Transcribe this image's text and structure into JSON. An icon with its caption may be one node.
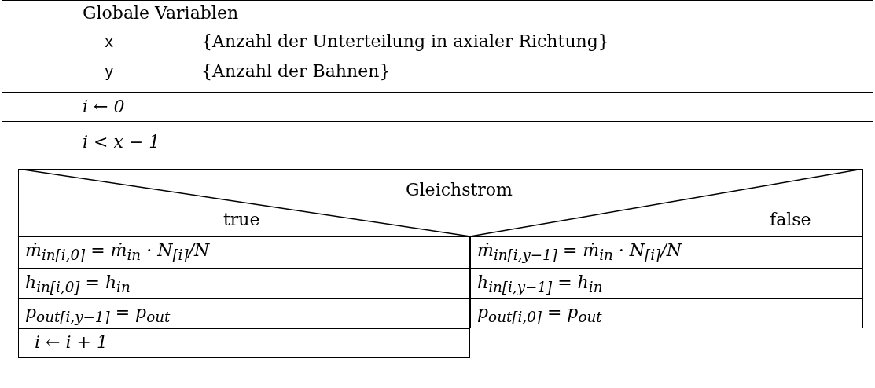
{
  "diagram": {
    "nodes": [
      {
        "text": [
          "Globale Variablen",
          "x",
          "{Anzahl der Unterteilung in axialer Richtung}",
          "y",
          "{Anzahl der Bahnen}"
        ]
      },
      {
        "text": [
          "i ← 0"
        ]
      },
      {
        "text": [
          "i < x − 1"
        ]
      },
      {
        "text": [
          "Gleichstrom",
          "true",
          "false"
        ],
        "in": 2
      },
      {
        "text": [
          "ṁ$_{in[i,0]}$ = ṁ$_{in}$ · N$_{[i]}$/N"
        ],
        "in": 2
      },
      {
        "text": [
          "ṁ$_{in[i,y−1]}$ = ṁ$_{in}$ · N$_{[i]}$/N"
        ],
        "in": 2
      },
      {
        "text": [
          "h$_{in[i,0]}$ = h$_{in}$"
        ],
        "in": 2
      },
      {
        "text": [
          "h$_{in[i,y−1]}$ = h$_{in}$"
        ],
        "in": 2
      },
      {
        "text": [
          "p$_{out[i,y−1]}$ = p$_{out}$"
        ],
        "in": 2
      },
      {
        "text": [
          "p$_{out[i,0]}$ = p$_{out}$"
        ],
        "in": 2
      },
      {
        "text": [
          "i ← i + 1"
        ],
        "in": 2
      }
    ],
    "edges": []
  }
}
